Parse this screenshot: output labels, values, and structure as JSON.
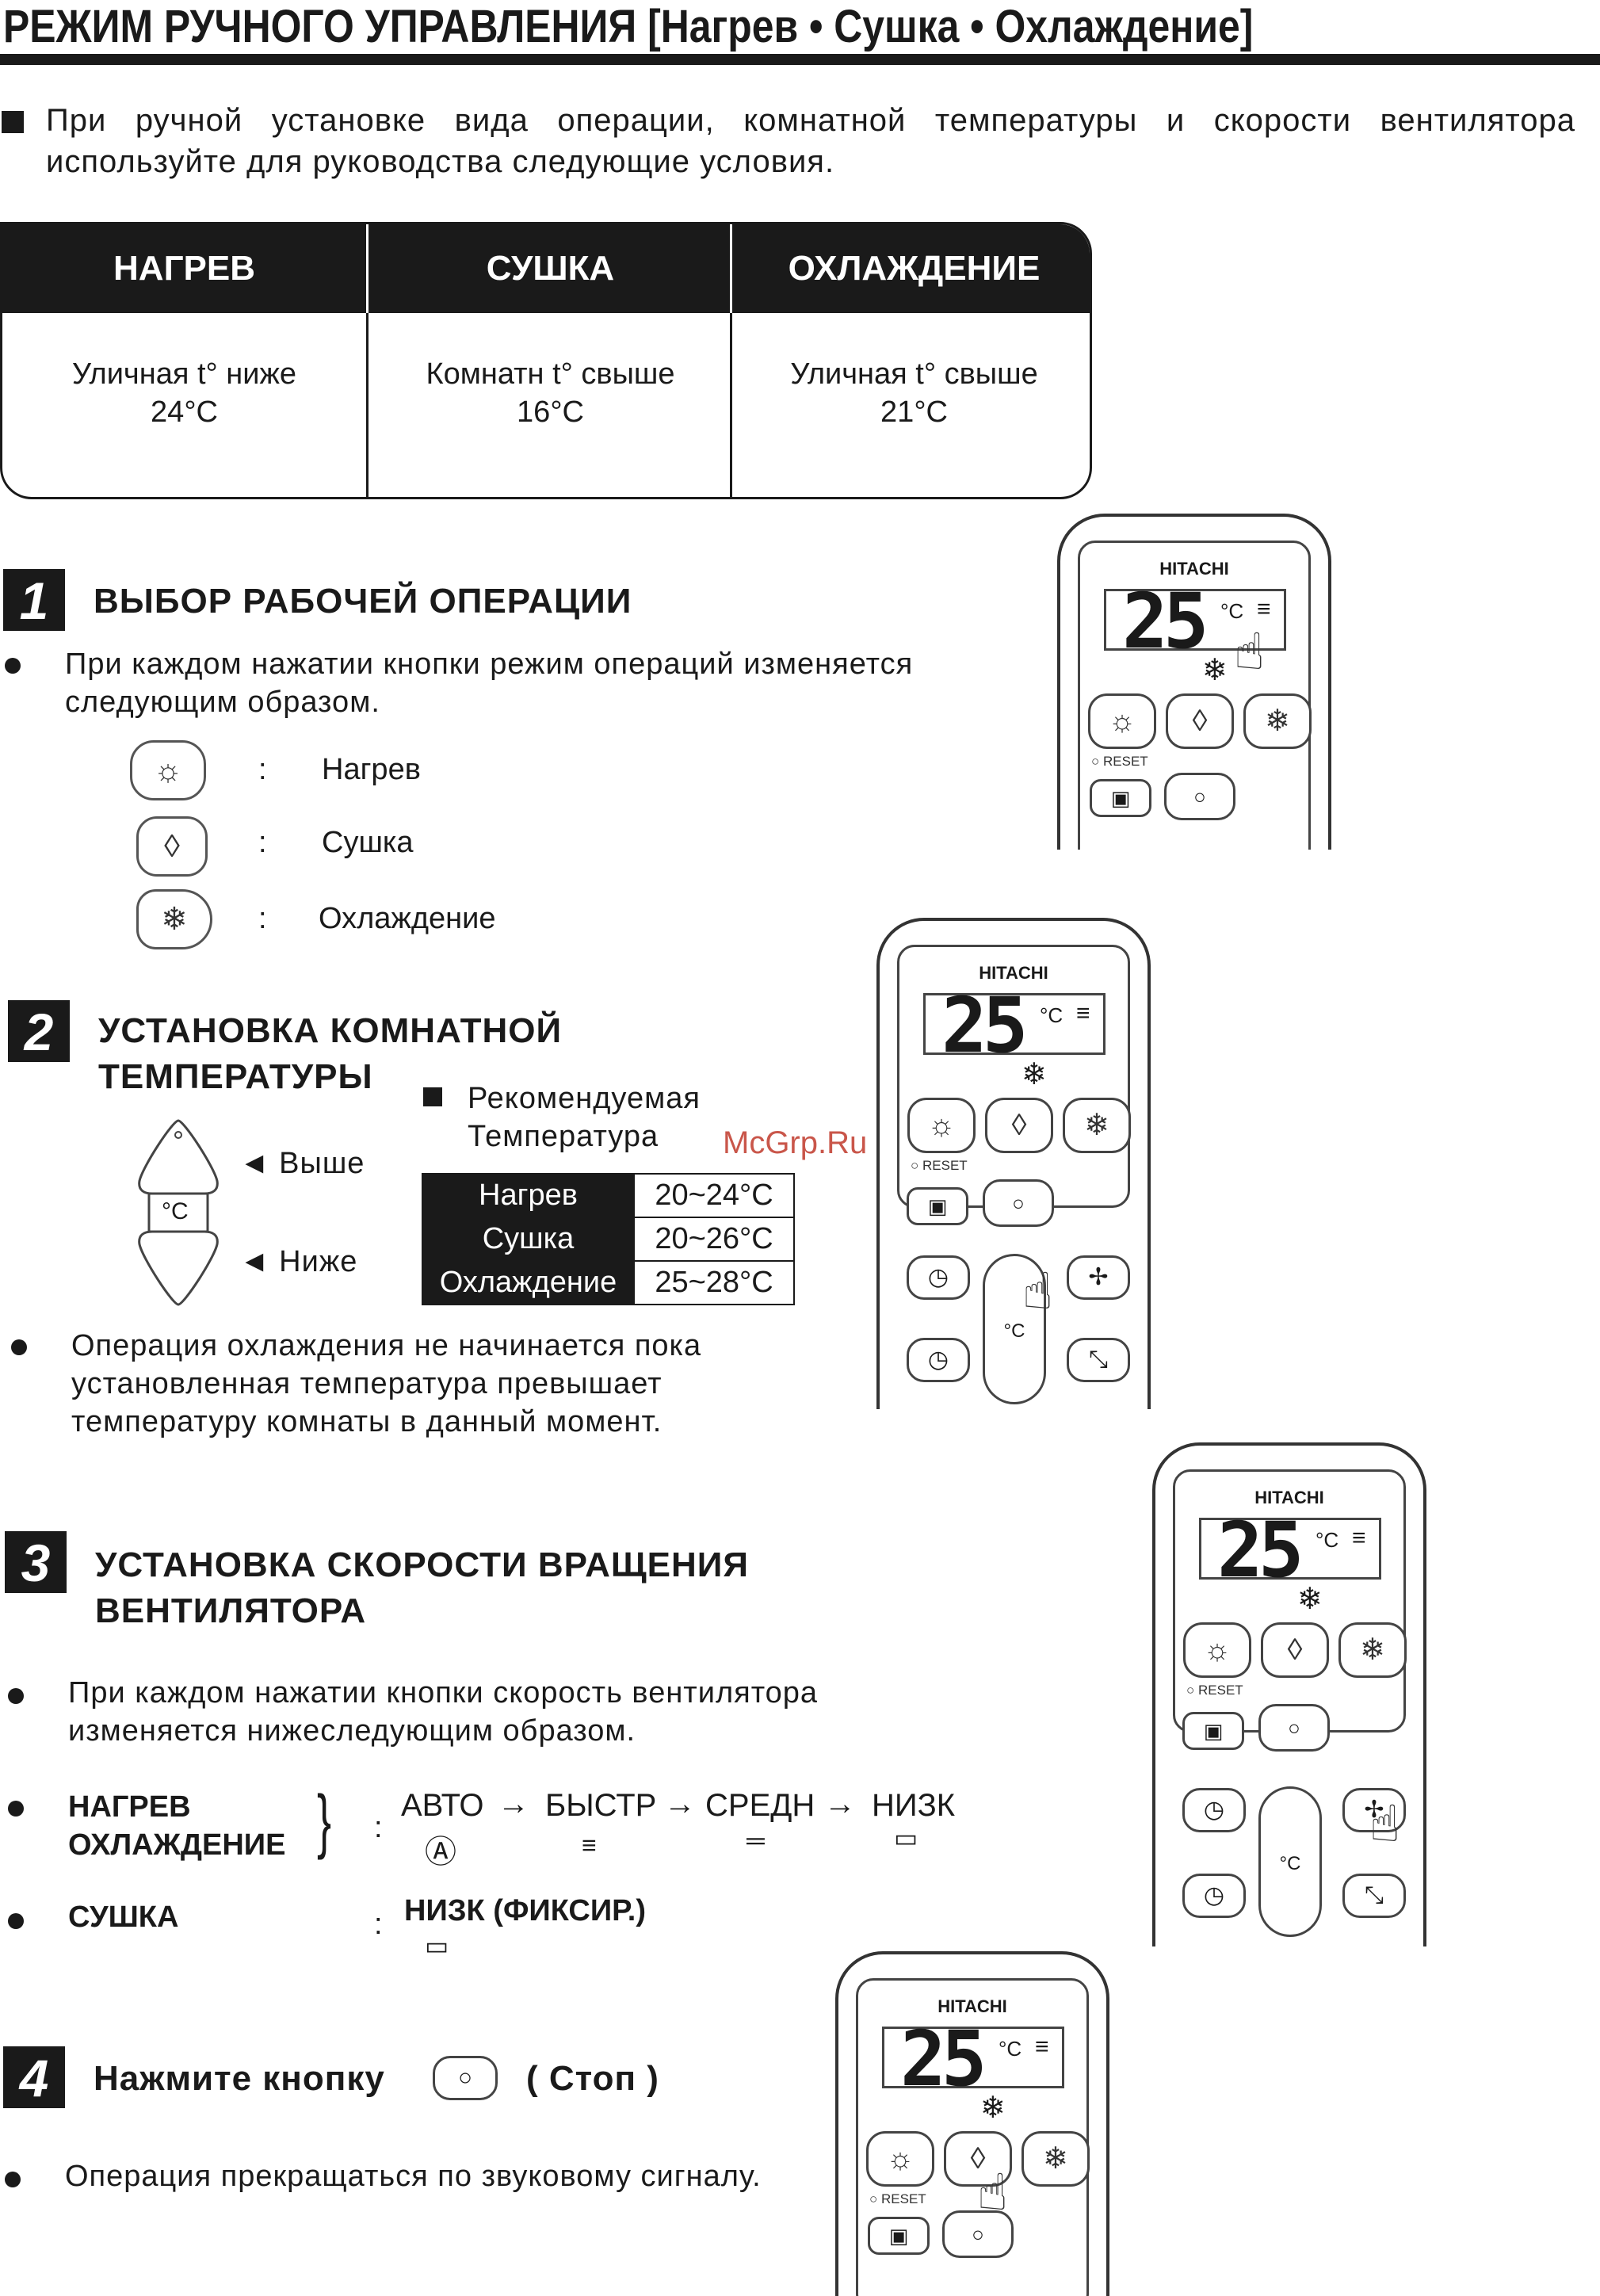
{
  "title": "РЕЖИМ РУЧНОГО УПРАВЛЕНИЯ [Нагрев  • Сушка • Охлаждение]",
  "intro": "При ручной установке вида операции, комнатной температуры и скорости вентилятора используйте для руководства следующие условия.",
  "conditions_table": {
    "headers": [
      "НАГРЕВ",
      "СУШКА",
      "ОХЛАЖДЕНИЕ"
    ],
    "rows": [
      {
        "line1": "Уличная t° ниже",
        "line2": "24°C"
      },
      {
        "line1": "Комнатн t° свыше",
        "line2": "16°C"
      },
      {
        "line1": "Уличная t° свыше",
        "line2": "21°C"
      }
    ]
  },
  "section1": {
    "number": "1",
    "heading": "ВЫБОР РАБОЧЕЙ ОПЕРАЦИИ",
    "text": "При каждом нажатии кнопки режим операций изменяется следующим образом.",
    "modes": [
      {
        "icon": "sun-icon",
        "glyph": "☼",
        "colon": ":",
        "label": "Нагрев"
      },
      {
        "icon": "drop-icon",
        "glyph": "◊",
        "colon": ":",
        "label": "Сушка"
      },
      {
        "icon": "snowflake-icon",
        "glyph": "❄",
        "colon": ":",
        "label": "Охлаждение"
      }
    ]
  },
  "section2": {
    "number": "2",
    "heading_line1": "УСТАНОВКА КОМНАТНОЙ",
    "heading_line2": "ТЕМПЕРАТУРЫ",
    "up_label": "◄ Выше",
    "down_label": "◄ Ниже",
    "celsius": "°C",
    "recommended_line1": "Рекомендуемая",
    "recommended_line2": "Температура",
    "recommended": [
      {
        "mode": "Нагрев",
        "range": "20~24°C"
      },
      {
        "mode": "Сушка",
        "range": "20~26°C"
      },
      {
        "mode": "Охлаждение",
        "range": "25~28°C"
      }
    ],
    "note": "Операция охлаждения не начинается пока установленная температура превышает температуру комнаты в данный момент."
  },
  "section3": {
    "number": "3",
    "heading_line1": "УСТАНОВКА СКОРОСТИ ВРАЩЕНИЯ",
    "heading_line2": "ВЕНТИЛЯТОРА",
    "text": "При каждом нажатии кнопки скорость вентилятора изменяется нижеследующим образом.",
    "modes_label_line1": "НАГРЕВ",
    "modes_label_line2": "ОХЛАЖДЕНИЕ",
    "brace": "}",
    "colon": ":",
    "sequence": [
      "АВТО",
      "→",
      "БЫСТР",
      "→",
      "СРЕДН",
      "→",
      "НИЗК"
    ],
    "auto_symbol": "Ⓐ",
    "dry_label": "СУШКА",
    "dry_value": "НИЗК (ФИКСИР.)"
  },
  "section4": {
    "number": "4",
    "heading_pre": "Нажмите кнопку",
    "heading_post": "( Стоп )",
    "text": "Операция прекращаться по звуковому сигналу."
  },
  "remote": {
    "brand": "HITACHI",
    "temp": "25",
    "unit": "°C",
    "reset": "○ RESET"
  },
  "watermark": "McGrp.Ru"
}
